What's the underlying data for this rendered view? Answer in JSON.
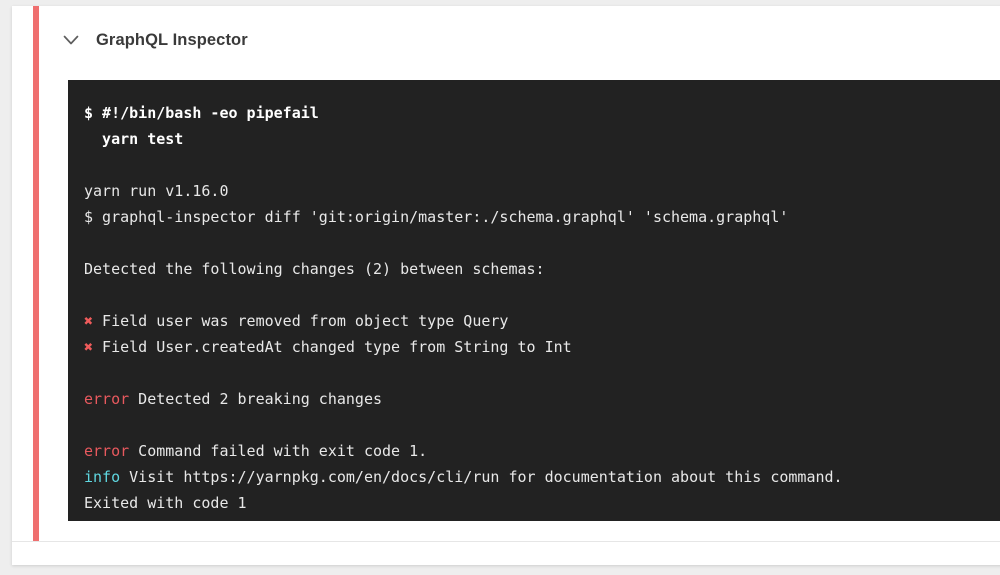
{
  "log_panel": {
    "toggle_icon": "chevron-down-icon",
    "title": "GraphQL Inspector",
    "accent_color": "#ef6f6f",
    "terminal": {
      "background_color": "#222222",
      "text_color": "#e8e8e8",
      "error_color": "#e8595e",
      "info_color": "#5fd7e0",
      "mark_color": "#ef5b5b",
      "lines": [
        {
          "id": "l1",
          "type": "command",
          "prompt": "$ ",
          "text": "#!/bin/bash -eo pipefail"
        },
        {
          "id": "l2",
          "type": "command",
          "prompt": "  ",
          "text": "yarn test"
        },
        {
          "id": "l3",
          "type": "blank",
          "text": ""
        },
        {
          "id": "l4",
          "type": "plain",
          "text": "yarn run v1.16.0"
        },
        {
          "id": "l5",
          "type": "plain",
          "text": "$ graphql-inspector diff 'git:origin/master:./schema.graphql' 'schema.graphql'"
        },
        {
          "id": "l6",
          "type": "blank",
          "text": ""
        },
        {
          "id": "l7",
          "type": "plain",
          "text": "Detected the following changes (2) between schemas:"
        },
        {
          "id": "l8",
          "type": "blank",
          "text": ""
        },
        {
          "id": "l9",
          "type": "mark",
          "mark": "✖",
          "text": "Field user was removed from object type Query"
        },
        {
          "id": "l10",
          "type": "mark",
          "mark": "✖",
          "text": "Field User.createdAt changed type from String to Int"
        },
        {
          "id": "l11",
          "type": "blank",
          "text": ""
        },
        {
          "id": "l12",
          "type": "token",
          "token": "error",
          "token_kind": "error",
          "text": "Detected 2 breaking changes"
        },
        {
          "id": "l13",
          "type": "blank",
          "text": ""
        },
        {
          "id": "l14",
          "type": "token",
          "token": "error",
          "token_kind": "error",
          "text": "Command failed with exit code 1."
        },
        {
          "id": "l15",
          "type": "token",
          "token": "info",
          "token_kind": "info",
          "text": "Visit https://yarnpkg.com/en/docs/cli/run for documentation about this command."
        },
        {
          "id": "l16",
          "type": "plain",
          "text": "Exited with code 1"
        }
      ]
    }
  }
}
